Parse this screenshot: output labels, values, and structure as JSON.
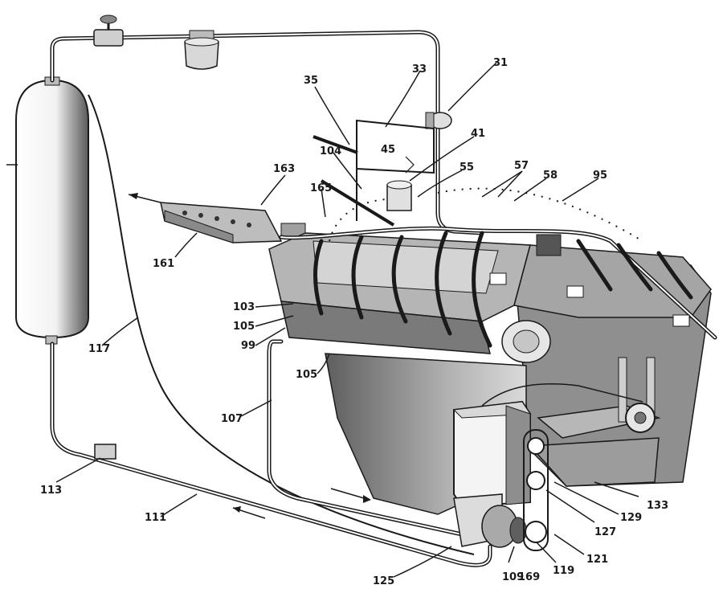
{
  "figure": {
    "type": "patent-drawing",
    "subject": "engine cooling / lubrication system schematic",
    "colors": {
      "ink": "#1a1a1a",
      "paper": "#ffffff",
      "shade_dark": "#6e6e6e",
      "shade_mid": "#a8a8a8",
      "shade_light": "#d4d4d4"
    }
  },
  "reference_numerals": {
    "n31": "31",
    "n33": "33",
    "n35": "35",
    "n41": "41",
    "n45": "45",
    "n55": "55",
    "n57": "57",
    "n58": "58",
    "n95": "95",
    "n99": "99",
    "n103": "103",
    "n104": "104",
    "n105a": "105",
    "n105b": "105",
    "n107": "107",
    "n109": "109",
    "n111": "111",
    "n113": "113",
    "n117": "117",
    "n119": "119",
    "n121": "121",
    "n125": "125",
    "n127": "127",
    "n129": "129",
    "n133": "133",
    "n161": "161",
    "n163": "163",
    "n165": "165",
    "n169": "169"
  }
}
